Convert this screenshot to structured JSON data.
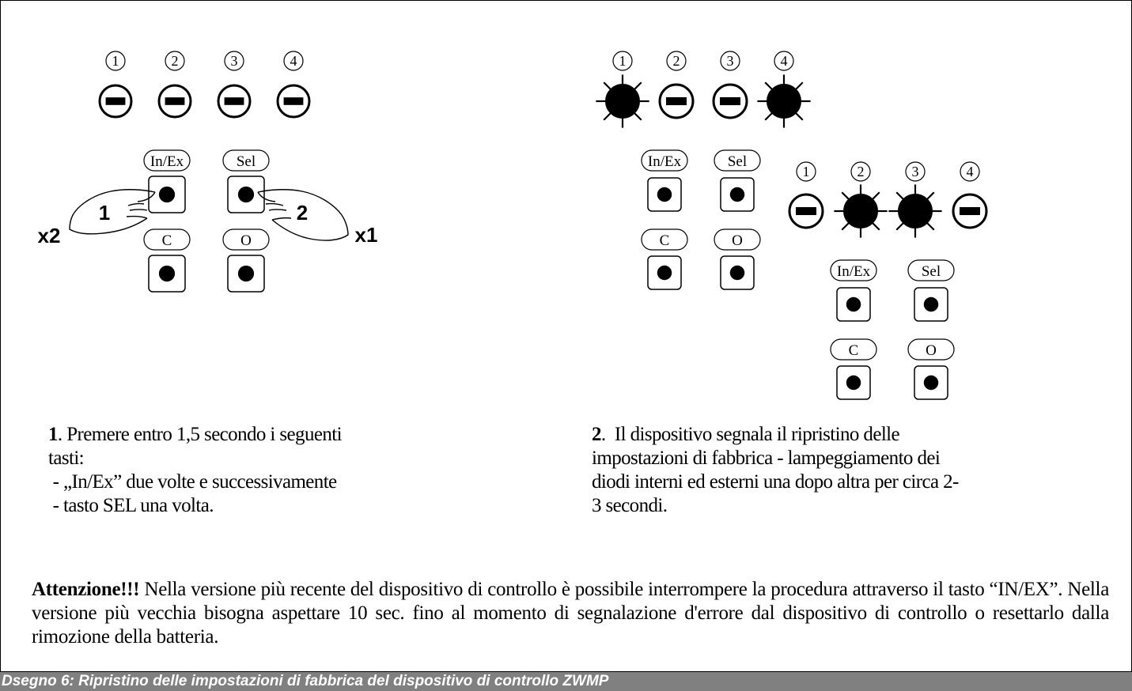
{
  "led_numbers": [
    "1",
    "2",
    "3",
    "4"
  ],
  "keys": {
    "inex": "In/Ex",
    "sel": "Sel",
    "c": "C",
    "o": "O"
  },
  "left_panel": {
    "hand_left_number": "1",
    "hand_right_number": "2",
    "press_count_left": "x2",
    "press_count_right": "x1",
    "leds_lit": [
      false,
      false,
      false,
      false
    ]
  },
  "right_panel": {
    "upper_leds_lit": [
      true,
      false,
      false,
      true
    ],
    "lower_leds_lit": [
      false,
      true,
      true,
      false
    ]
  },
  "step1": {
    "number": "1",
    "lines": [
      ". Premere entro 1,5 secondo i seguenti",
      "tasti:",
      " - „In/Ex” due volte e successivamente",
      " - tasto SEL una volta."
    ]
  },
  "step2": {
    "number": "2",
    "lines": [
      ".  Il dispositivo segnala il ripristino delle",
      "impostazioni di fabbrica - lampeggiamento dei",
      "diodi interni ed esterni una dopo altra per circa 2-",
      "3 secondi."
    ]
  },
  "warning": {
    "bold": "Attenzione!!!",
    "text": " Nella versione più recente del dispositivo di controllo è possibile interrompere la procedura attraverso il tasto “IN/EX”. Nella versione più vecchia bisogna aspettare 10 sec. fino al momento di segnalazione d'errore dal dispositivo di controllo o resettarlo dalla rimozione della batteria."
  },
  "caption": "Dsegno 6: Ripristino delle impostazioni di fabbrica del dispositivo di controllo ZWMP"
}
